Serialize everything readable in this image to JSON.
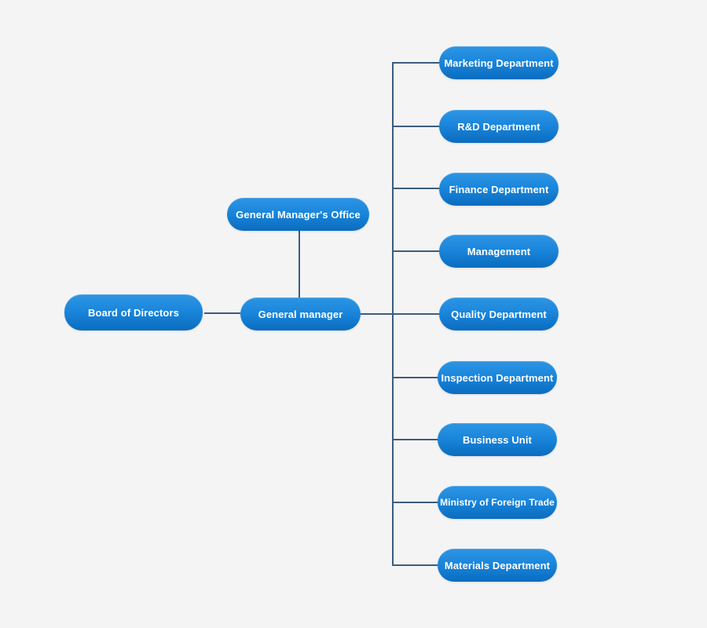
{
  "nodes": {
    "board": "Board of Directors",
    "general_manager": "General manager",
    "gm_office": "General Manager's Office",
    "departments": [
      "Marketing Department",
      "R&D Department",
      "Finance Department",
      "Management",
      "Quality Department",
      "Inspection Department",
      "Business Unit",
      "Ministry of Foreign Trade",
      "Materials Department"
    ]
  },
  "colors": {
    "node_top": "#2e95e3",
    "node_bottom": "#0a6cbf",
    "connector": "#3c5d7d",
    "background": "#f4f4f5"
  }
}
